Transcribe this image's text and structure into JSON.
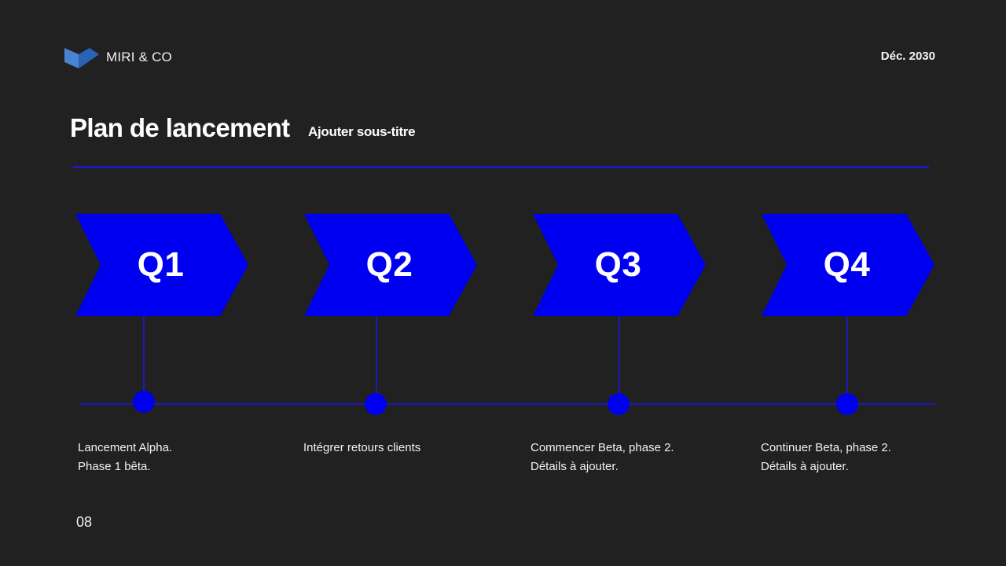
{
  "header": {
    "brand": "MIRI & CO",
    "logo_icon": "blue-folded-box-icon",
    "date": "Déc. 2030"
  },
  "slide": {
    "title": "Plan de lancement",
    "subtitle": "Ajouter sous-titre",
    "page_number": "08"
  },
  "colors": {
    "background": "#212121",
    "chevron": "#0000f0",
    "line": "#1c1ab8",
    "text": "#ffffff",
    "logo_light": "#4a84d0",
    "logo_dark": "#2a62b8"
  },
  "timeline": {
    "stages": [
      {
        "label": "Q1",
        "line1": "Lancement Alpha.",
        "line2": "Phase 1 bêta."
      },
      {
        "label": "Q2",
        "line1": "Intégrer retours clients",
        "line2": ""
      },
      {
        "label": "Q3",
        "line1": "Commencer Beta, phase 2.",
        "line2": "Détails à ajouter."
      },
      {
        "label": "Q4",
        "line1": "Continuer Beta, phase 2.",
        "line2": "Détails à ajouter."
      }
    ]
  }
}
